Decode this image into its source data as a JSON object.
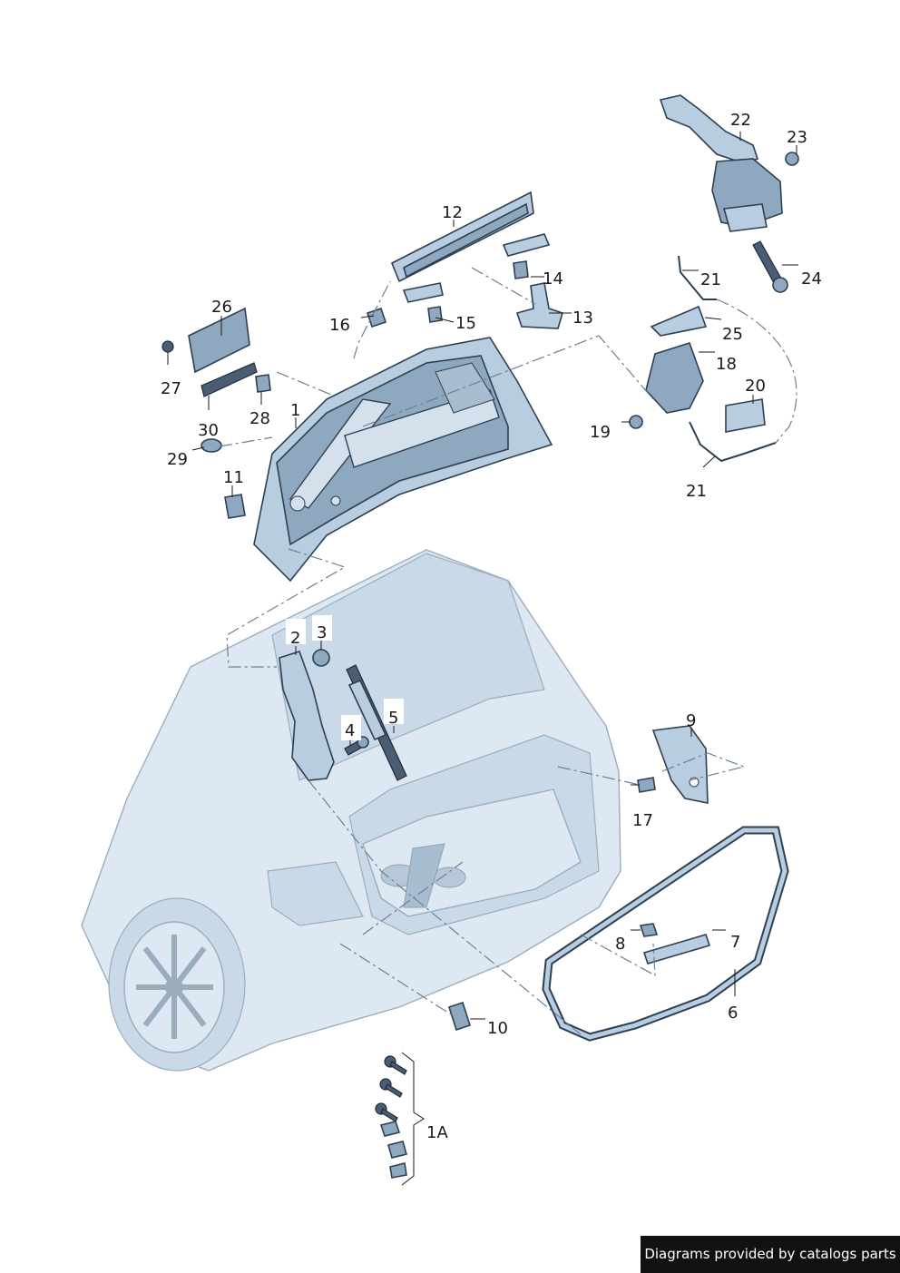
{
  "labels": {
    "l1": "1",
    "l1a": "1A",
    "l2": "2",
    "l3": "3",
    "l4": "4",
    "l5": "5",
    "l6": "6",
    "l7": "7",
    "l8": "8",
    "l9": "9",
    "l10": "10",
    "l11": "11",
    "l12": "12",
    "l13": "13",
    "l14": "14",
    "l15": "15",
    "l16": "16",
    "l17": "17",
    "l18": "18",
    "l19": "19",
    "l20": "20",
    "l21a": "21",
    "l21b": "21",
    "l22": "22",
    "l23": "23",
    "l24": "24",
    "l25": "25",
    "l26": "26",
    "l27": "27",
    "l28": "28",
    "l29": "29",
    "l30": "30"
  },
  "footer": {
    "text": "Diagrams provided by catalogs parts"
  },
  "colors": {
    "part_fill": "#b9cde0",
    "outline": "#2e3f52",
    "car_body": "#dde8f2"
  }
}
